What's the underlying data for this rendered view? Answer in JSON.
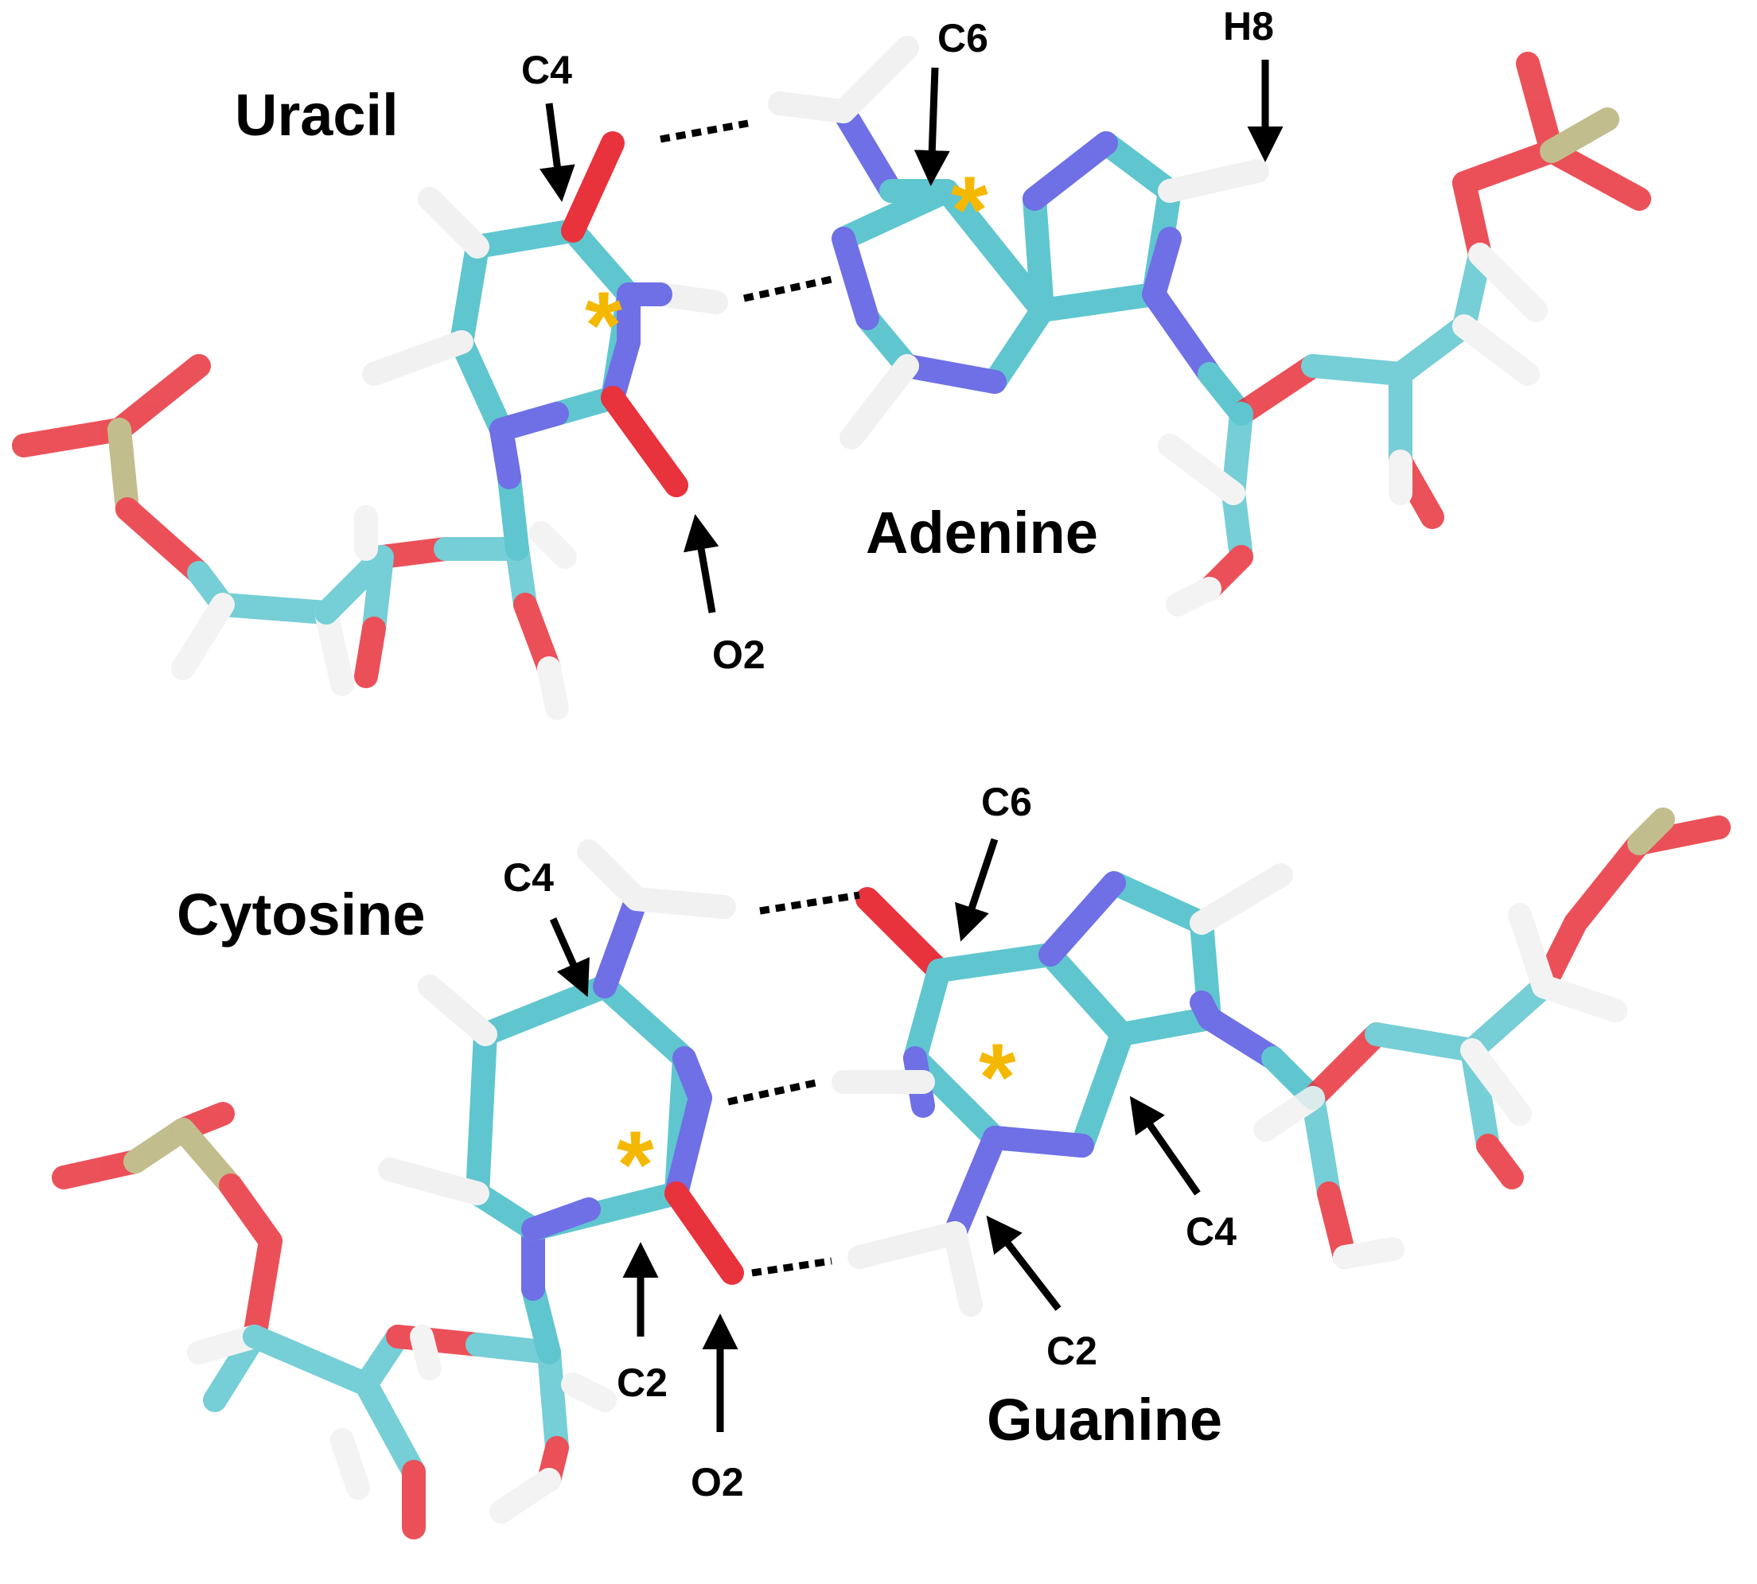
{
  "colors": {
    "carbon": "#5fc6cf",
    "nitrogen": "#6f6fe6",
    "oxygen": "#e8323c",
    "hydrogen": "#f1f1f1",
    "phosphorus": "#b8b27a",
    "asterisk": "#f5b800",
    "arrow": "#000000",
    "hbond": "#000000"
  },
  "top_pair": {
    "left_name": "Uracil",
    "right_name": "Adenine",
    "labels": {
      "c4": "C4",
      "o2": "O2",
      "c6": "C6",
      "h8": "H8"
    },
    "asterisk": "*"
  },
  "bottom_pair": {
    "left_name": "Cytosine",
    "right_name": "Guanine",
    "labels": {
      "c4_left": "C4",
      "c2_left": "C2",
      "o2": "O2",
      "c6": "C6",
      "c4_right": "C4",
      "c2_right": "C2"
    },
    "asterisk": "*"
  }
}
